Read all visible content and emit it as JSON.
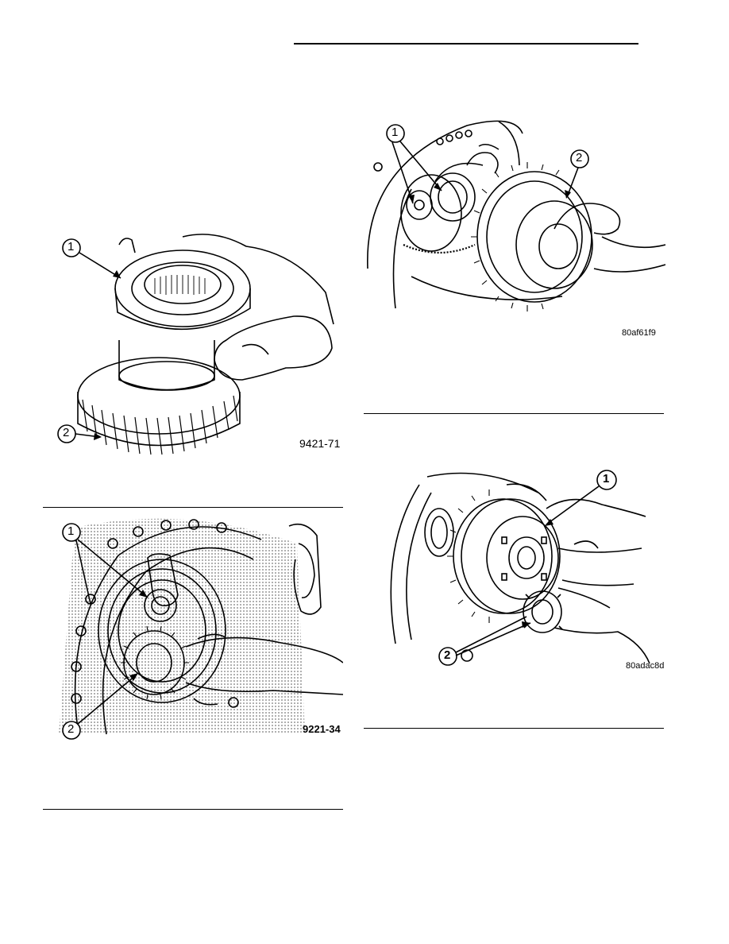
{
  "figures": [
    {
      "id": "9421-71",
      "callouts": [
        "1",
        "2"
      ],
      "description_labels": []
    },
    {
      "id": "9221-34",
      "callouts": [
        "1",
        "2"
      ]
    },
    {
      "id": "80af61f9",
      "callouts": [
        "1",
        "2"
      ]
    },
    {
      "id": "80adac8d",
      "callouts": [
        "1",
        "2"
      ]
    }
  ],
  "colors": {
    "ink": "#000000",
    "paper": "#ffffff",
    "shade": "#bdbdbd"
  }
}
